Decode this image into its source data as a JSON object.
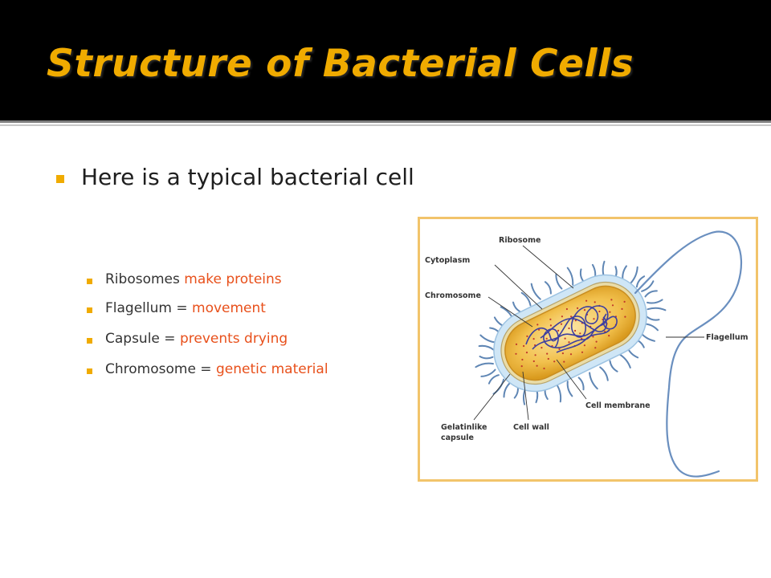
{
  "slide": {
    "title": "Structure of Bacterial Cells",
    "main_bullet": "Here is a typical bacterial cell",
    "sub_bullets": [
      {
        "lead": "Ribosomes",
        "connector": " ",
        "highlight": "make proteins"
      },
      {
        "lead": "Flagellum",
        "connector": " = ",
        "highlight": "movement"
      },
      {
        "lead": "Capsule",
        "connector": " = ",
        "highlight": "prevents drying"
      },
      {
        "lead": "Chromosome",
        "connector": " = ",
        "highlight": "genetic material"
      }
    ]
  },
  "diagram": {
    "labels": {
      "ribosome": "Ribosome",
      "cytoplasm": "Cytoplasm",
      "chromosome": "Chromosome",
      "flagellum": "Flagellum",
      "cell_membrane": "Cell membrane",
      "cell_wall": "Cell wall",
      "capsule_line1": "Gelatinlike",
      "capsule_line2": "capsule"
    }
  },
  "colors": {
    "title_bar": "#000000",
    "title_text": "#f0ab00",
    "bullet": "#f0ab00",
    "highlight_text": "#e8501b",
    "frame_border": "#f2c46b",
    "cytoplasm": "#f2c14e",
    "capsule": "#cfe6f6",
    "chromosome": "#3d3fa0",
    "pili": "#5f86b4"
  }
}
